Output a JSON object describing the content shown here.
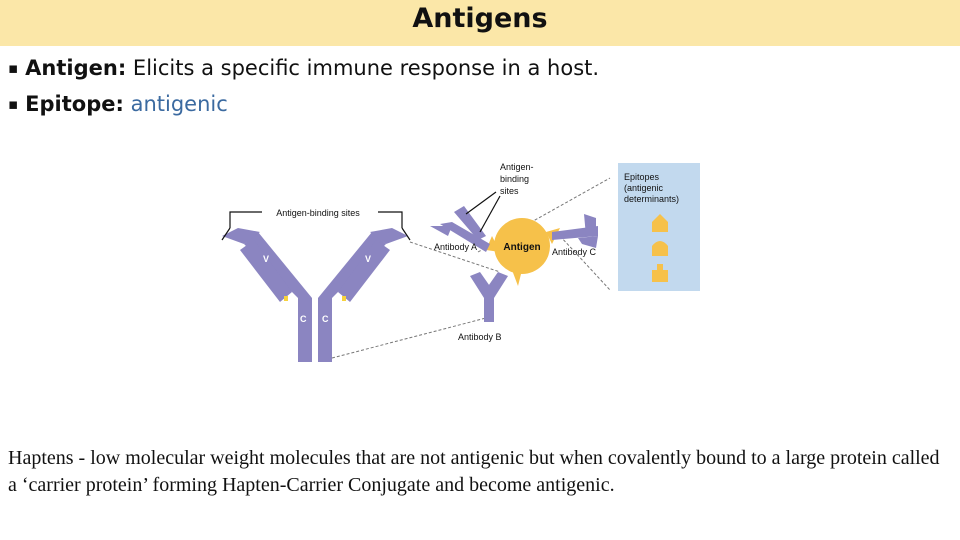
{
  "title": "Antigens",
  "bullets": [
    {
      "term": "Antigen:",
      "text": "Elicits a specific immune response  in  a host."
    },
    {
      "term": "Epitope:",
      "text": "antigenic"
    }
  ],
  "diagram": {
    "antigen_binding_sites_label": "Antigen-binding sites",
    "antigen_binding_sites_label2_lines": [
      "Antigen-",
      "binding",
      "sites"
    ],
    "antigen_label": "Antigen",
    "antibody_a": "Antibody A",
    "antibody_b": "Antibody B",
    "antibody_c": "Antibody C",
    "epitopes_lines": [
      "Epitopes",
      "(antigenic",
      "determinants)"
    ],
    "region_v": "V",
    "region_c": "C"
  },
  "haptens": {
    "term": "Haptens -",
    "text": "low molecular weight molecules that are not antigenic but when covalently bound to a large protein called a ‘carrier protein’ forming Hapten-Carrier Conjugate and become antigenic."
  },
  "colors": {
    "title_bg": "#fbe7a8",
    "antibody": "#8b85c1",
    "antigen": "#f6c14a",
    "epitope_box": "#c2d9ee",
    "highlight": "#3b6aa0"
  }
}
